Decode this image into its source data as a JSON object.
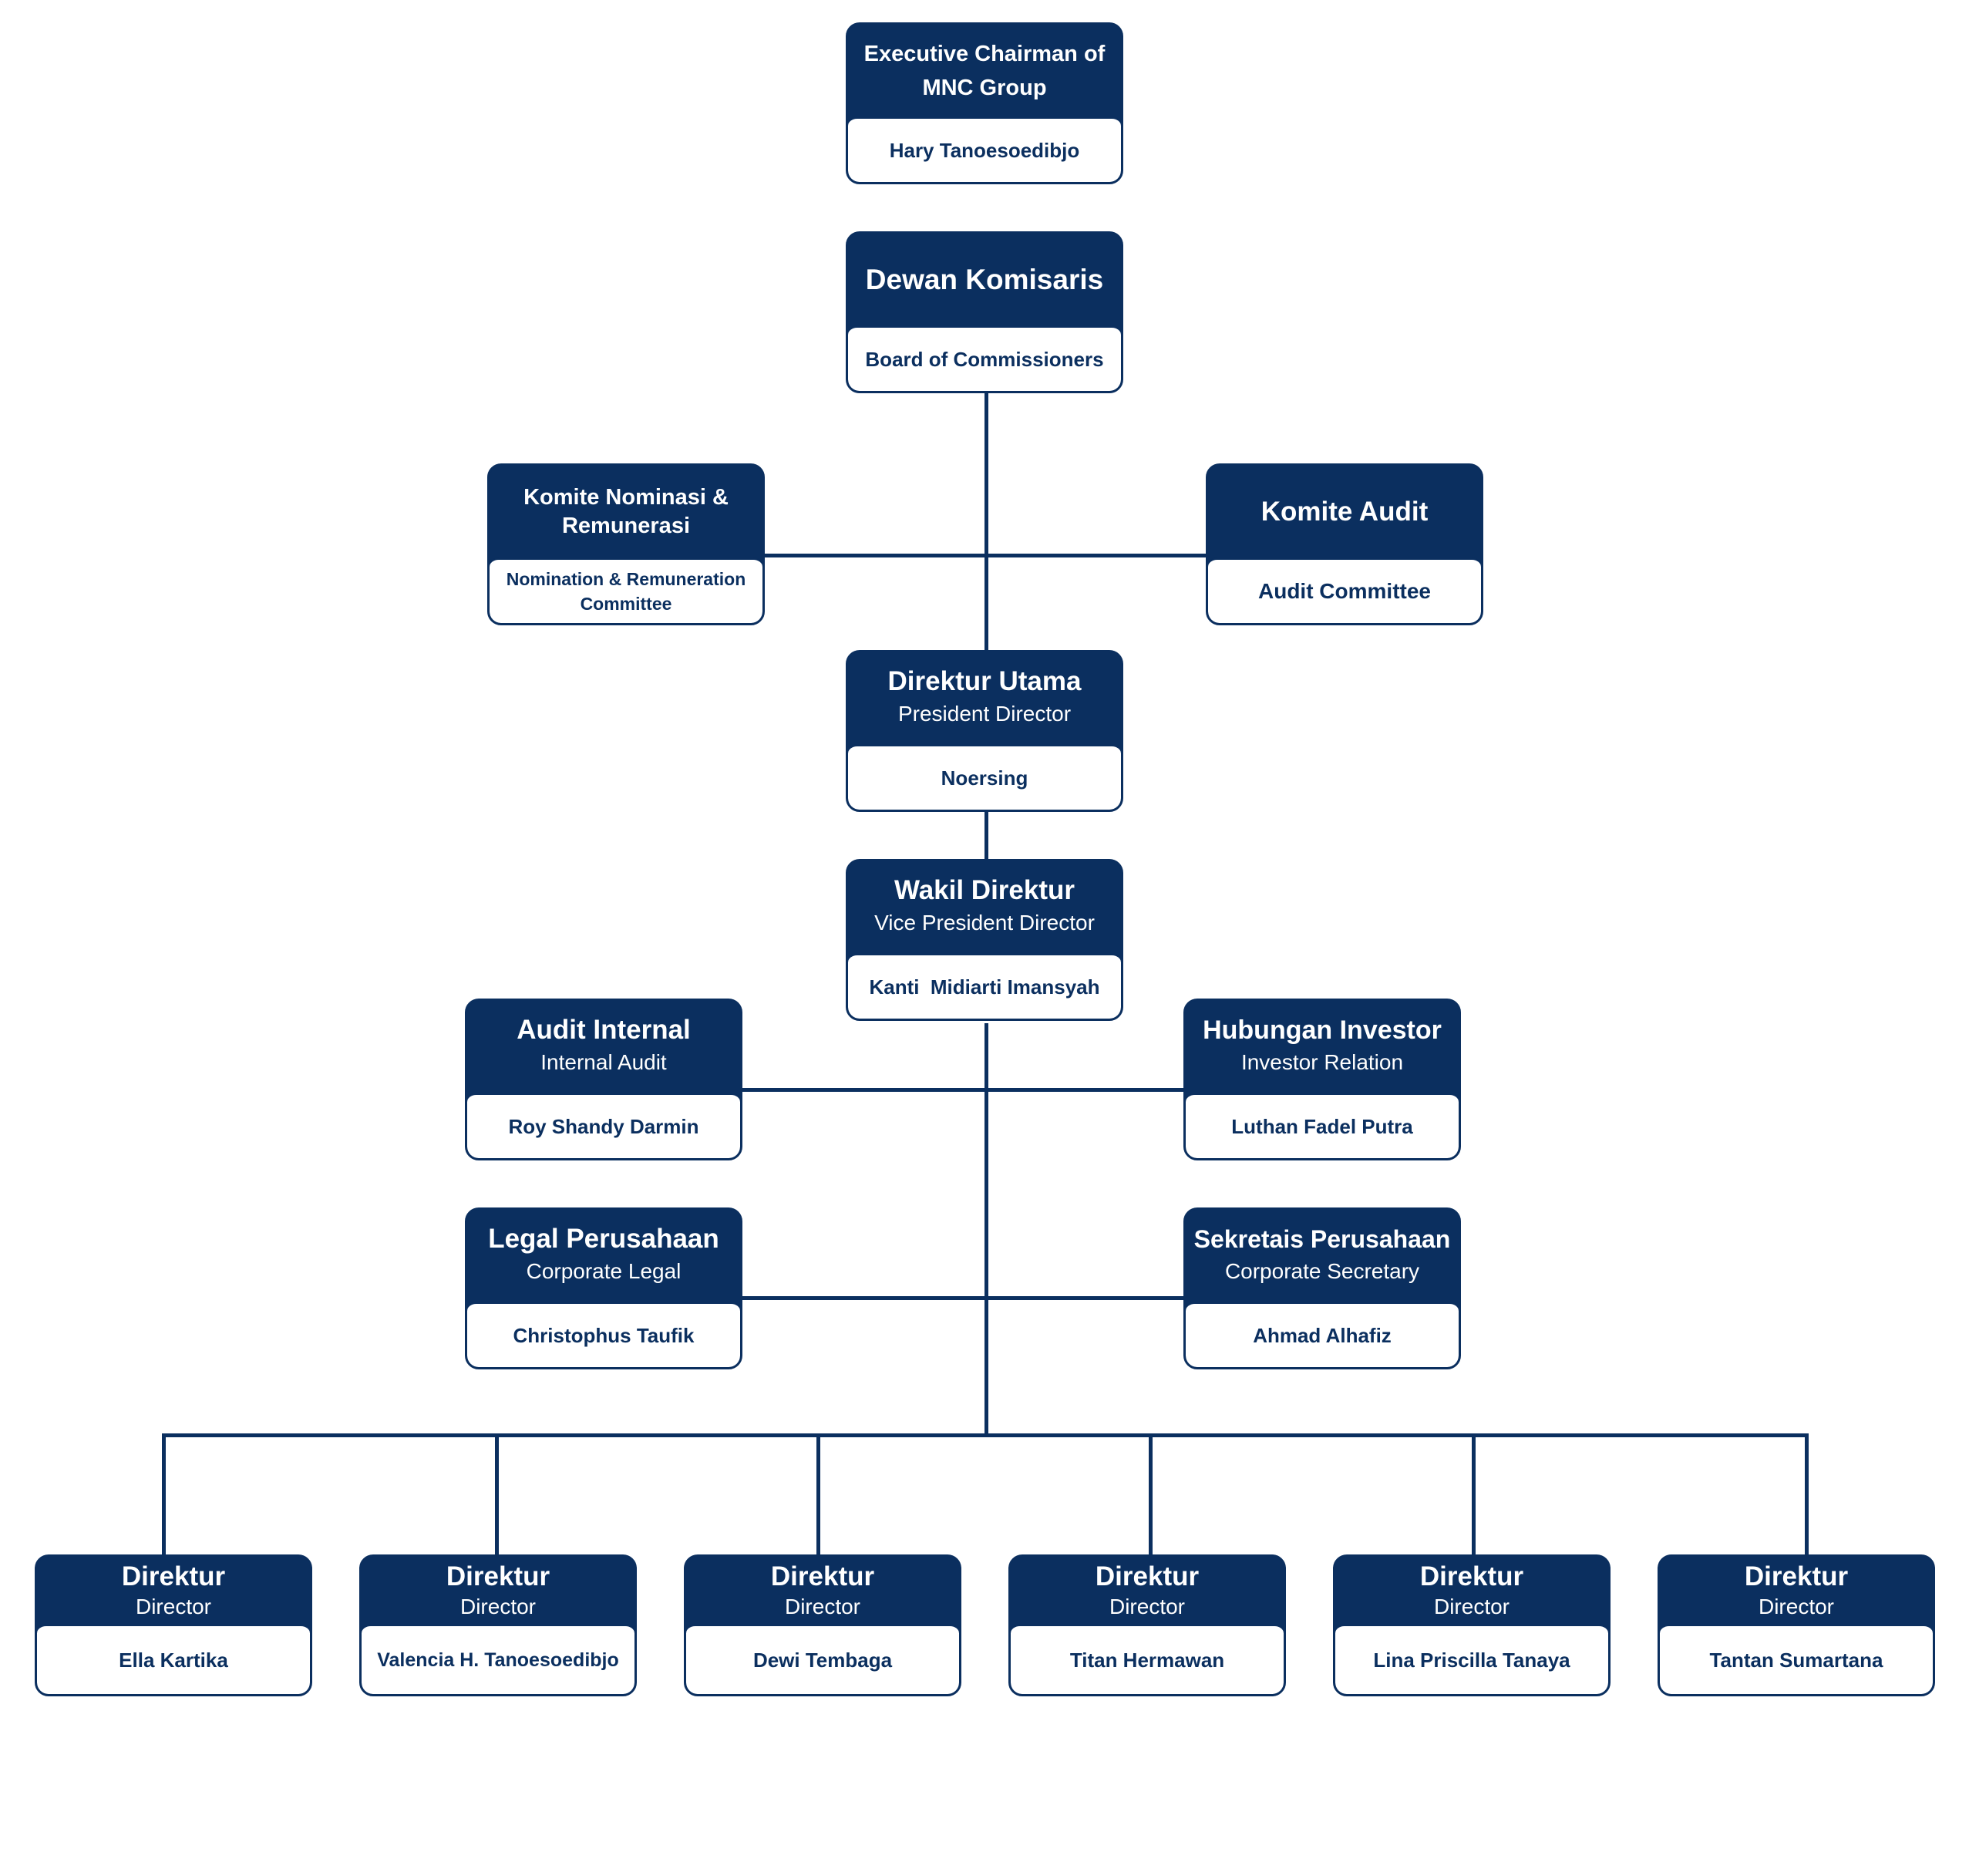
{
  "chart_data": {
    "type": "org_chart",
    "nodes": {
      "chairman": {
        "title": "Executive Chairman of MNC Group",
        "subtitle": "",
        "name": "Hary Tanoesoedibjo"
      },
      "board": {
        "title": "Dewan Komisaris",
        "subtitle": "",
        "name": "Board of Commissioners"
      },
      "nomination": {
        "title": "Komite Nominasi & Remunerasi",
        "subtitle": "",
        "name": "Nomination & Remuneration Committee"
      },
      "audit_committee": {
        "title": "Komite Audit",
        "subtitle": "",
        "name": "Audit Committee"
      },
      "president": {
        "title": "Direktur Utama",
        "subtitle": "President Director",
        "name": "Noersing"
      },
      "vice_president": {
        "title": "Wakil Direktur",
        "subtitle": "Vice President Director",
        "name": "Kanti  Midiarti Imansyah"
      },
      "internal_audit": {
        "title": "Audit Internal",
        "subtitle": "Internal Audit",
        "name": "Roy Shandy Darmin"
      },
      "investor_relation": {
        "title": "Hubungan Investor",
        "subtitle": "Investor Relation",
        "name": "Luthan Fadel Putra"
      },
      "corporate_legal": {
        "title": "Legal Perusahaan",
        "subtitle": "Corporate Legal",
        "name": "Christophus Taufik"
      },
      "corporate_secretary": {
        "title": "Sekretais Perusahaan",
        "subtitle": "Corporate Secretary",
        "name": "Ahmad Alhafiz"
      }
    },
    "directors": [
      {
        "title": "Direktur",
        "subtitle": "Director",
        "name": "Ella Kartika"
      },
      {
        "title": "Direktur",
        "subtitle": "Director",
        "name": "Valencia H. Tanoesoedibjo"
      },
      {
        "title": "Direktur",
        "subtitle": "Director",
        "name": "Dewi Tembaga"
      },
      {
        "title": "Direktur",
        "subtitle": "Director",
        "name": "Titan Hermawan"
      },
      {
        "title": "Direktur",
        "subtitle": "Director",
        "name": "Lina Priscilla Tanaya"
      },
      {
        "title": "Direktur",
        "subtitle": "Director",
        "name": "Tantan Sumartana"
      }
    ],
    "edges": [
      [
        "board",
        "president"
      ],
      [
        "board",
        "nomination"
      ],
      [
        "board",
        "audit_committee"
      ],
      [
        "president",
        "vice_president"
      ],
      [
        "vice_president",
        "internal_audit"
      ],
      [
        "vice_president",
        "investor_relation"
      ],
      [
        "vice_president",
        "corporate_legal"
      ],
      [
        "vice_president",
        "corporate_secretary"
      ],
      [
        "vice_president",
        "directors"
      ]
    ]
  }
}
